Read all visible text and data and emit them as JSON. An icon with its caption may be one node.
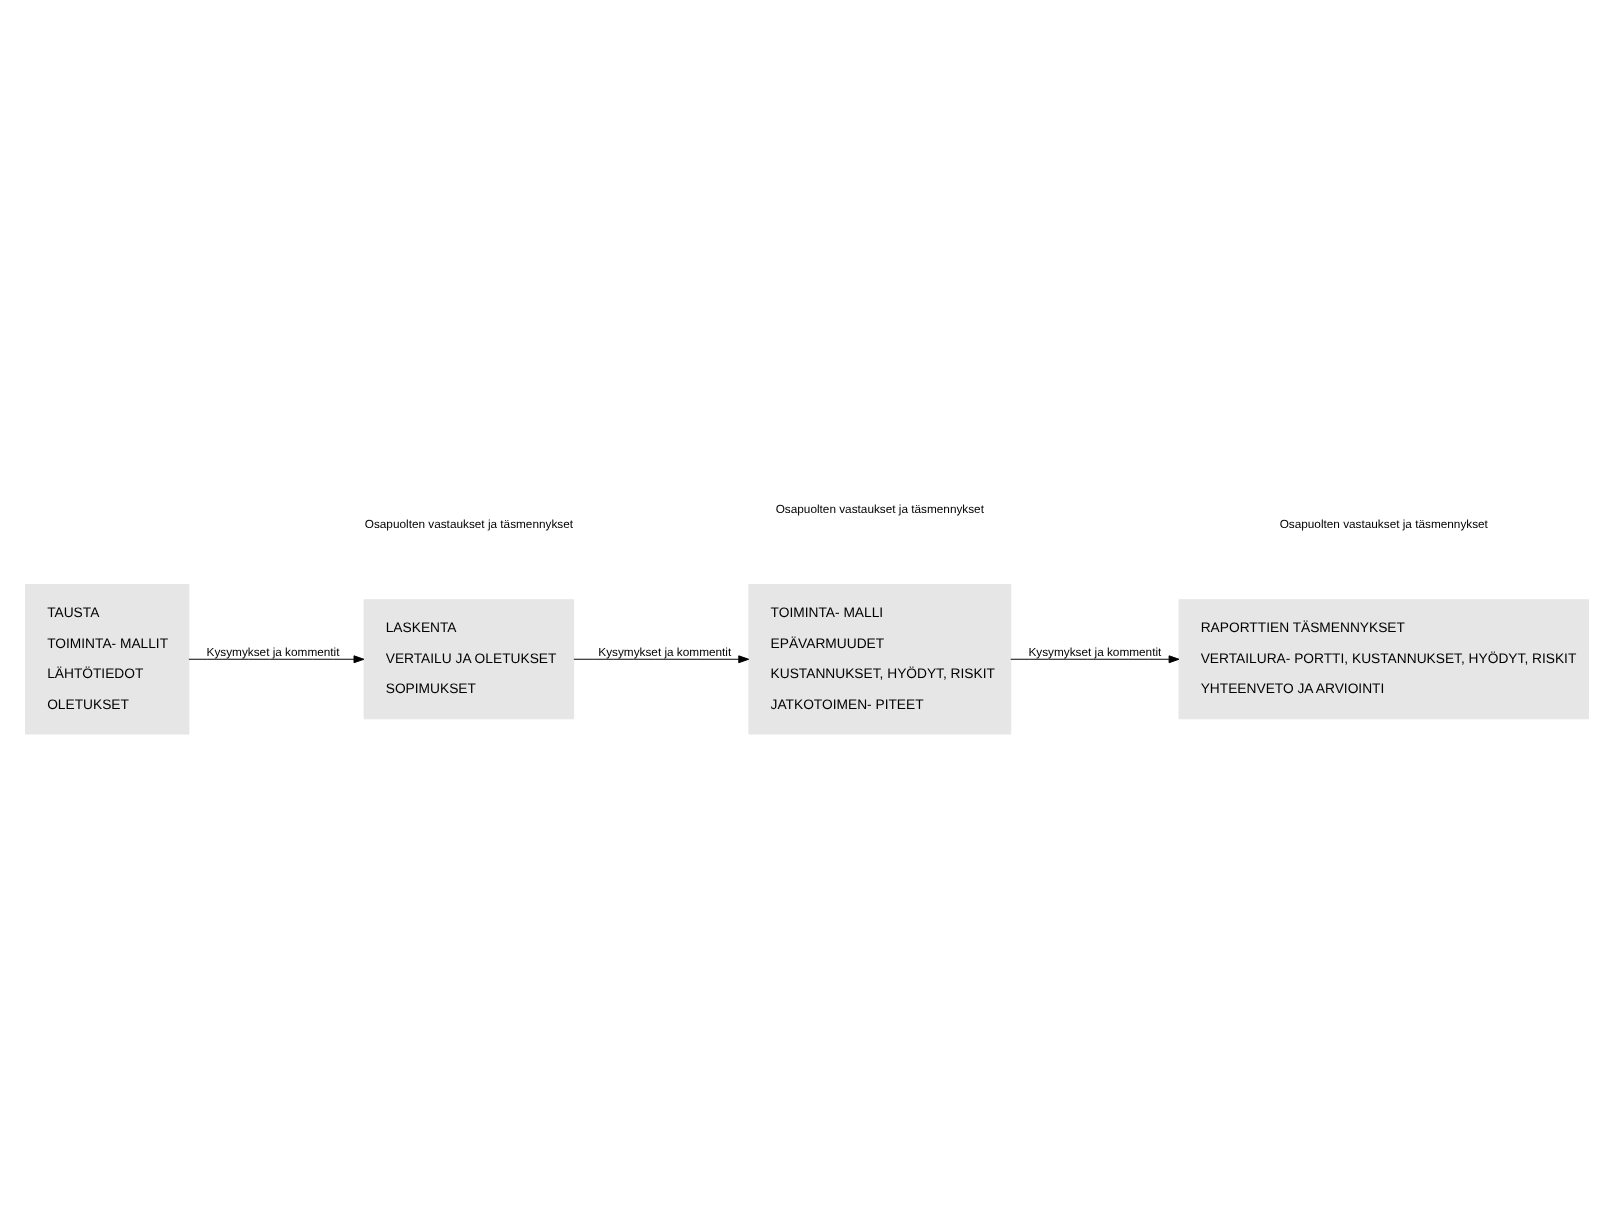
{
  "diagram": {
    "nodes": [
      {
        "text": [
          "TAUSTA",
          "TOIMINTA- MALLIT",
          "LÄHTÖTIEDOT",
          "OLETUKSET"
        ]
      },
      {
        "text": [
          "LASKENTA",
          "VERTAILU JA OLETUKSET",
          "SOPIMUKSET"
        ]
      },
      {
        "text": [
          "TOIMINTA- MALLI",
          "EPÄVARMUUDET",
          "KUSTANNUKSET, HYÖDYT, RISKIT",
          "JATKOTOIMEN- PITEET"
        ]
      },
      {
        "text": [
          "RAPORTTIEN TÄSMENNYKSET",
          "VERTAILURA- PORTTI, KUSTANNUKSET, HYÖDYT, RISKIT",
          "YHTEENVETO JA ARVIOINTI"
        ]
      }
    ],
    "edges": [
      {
        "from": 0,
        "to": 1,
        "arrow": "to",
        "label": "Kysymykset ja kommentit"
      },
      {
        "from": 1,
        "to": 2,
        "arrow": "to",
        "label": "Kysymykset ja kommentit"
      },
      {
        "from": 2,
        "to": 3,
        "arrow": "to",
        "label": "Kysymykset ja kommentit"
      }
    ],
    "labels": [
      "Osapuolten vastaukset ja täsmennykset",
      "Osapuolten vastaukset ja täsmennykset",
      "Osapuolten vastaukset ja täsmennykset"
    ]
  }
}
